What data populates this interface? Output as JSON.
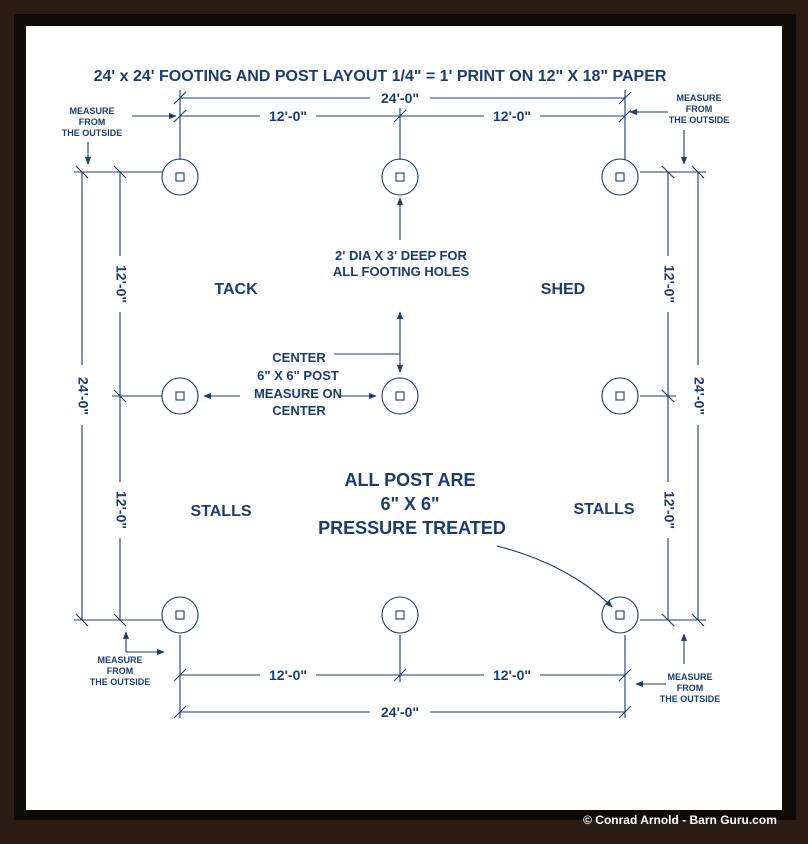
{
  "title": "24' x 24'  FOOTING AND POST LAYOUT 1/4\" = 1' PRINT ON 12\" X 18\" PAPER",
  "dims": {
    "overall": "24'-0\"",
    "half": "12'-0\""
  },
  "notes": {
    "measure_line1": "MEASURE",
    "measure_line2": "FROM",
    "measure_line3": "THE OUTSIDE",
    "footing_line1": "2' DIA X 3' DEEP FOR",
    "footing_line2": "ALL FOOTING HOLES",
    "center_line1": "CENTER",
    "center_line2": "6\" X 6\" POST",
    "center_line3": "MEASURE ON",
    "center_line4": "CENTER",
    "posts_line1": "ALL POST ARE",
    "posts_line2": "6\" X 6\"",
    "posts_line3": "PRESSURE TREATED"
  },
  "rooms": {
    "tack": "TACK",
    "shed": "SHED",
    "stalls_left": "STALLS",
    "stalls_right": "STALLS"
  },
  "copyright": "© Conrad Arnold - Barn Guru.com",
  "colors": {
    "ink": "#1a3c6e",
    "frame": "#2a1d14",
    "paper": "#ffffff"
  }
}
